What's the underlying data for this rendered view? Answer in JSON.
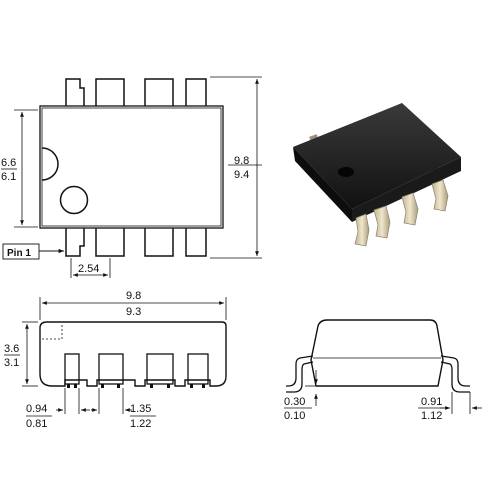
{
  "top_view": {
    "width_max": "6.6",
    "width_min": "6.1",
    "length_max": "9.8",
    "length_min": "9.4",
    "pin1_label": "Pin 1",
    "pitch": "2.54"
  },
  "side_view": {
    "length_max": "9.8",
    "length_min": "9.3",
    "height_max": "3.6",
    "height_min": "3.1",
    "lead_length_max": "0.94",
    "lead_length_min": "0.81",
    "lead_width_max": "1.35",
    "lead_width_min": "1.22"
  },
  "end_view": {
    "standoff_max": "0.30",
    "standoff_min": "0.10",
    "foot_min": "0.91",
    "foot_max": "1.12"
  },
  "colors": {
    "line": "#111111",
    "body_photo": "#1c1c1c",
    "lead_photo": "#d8cdb0"
  }
}
